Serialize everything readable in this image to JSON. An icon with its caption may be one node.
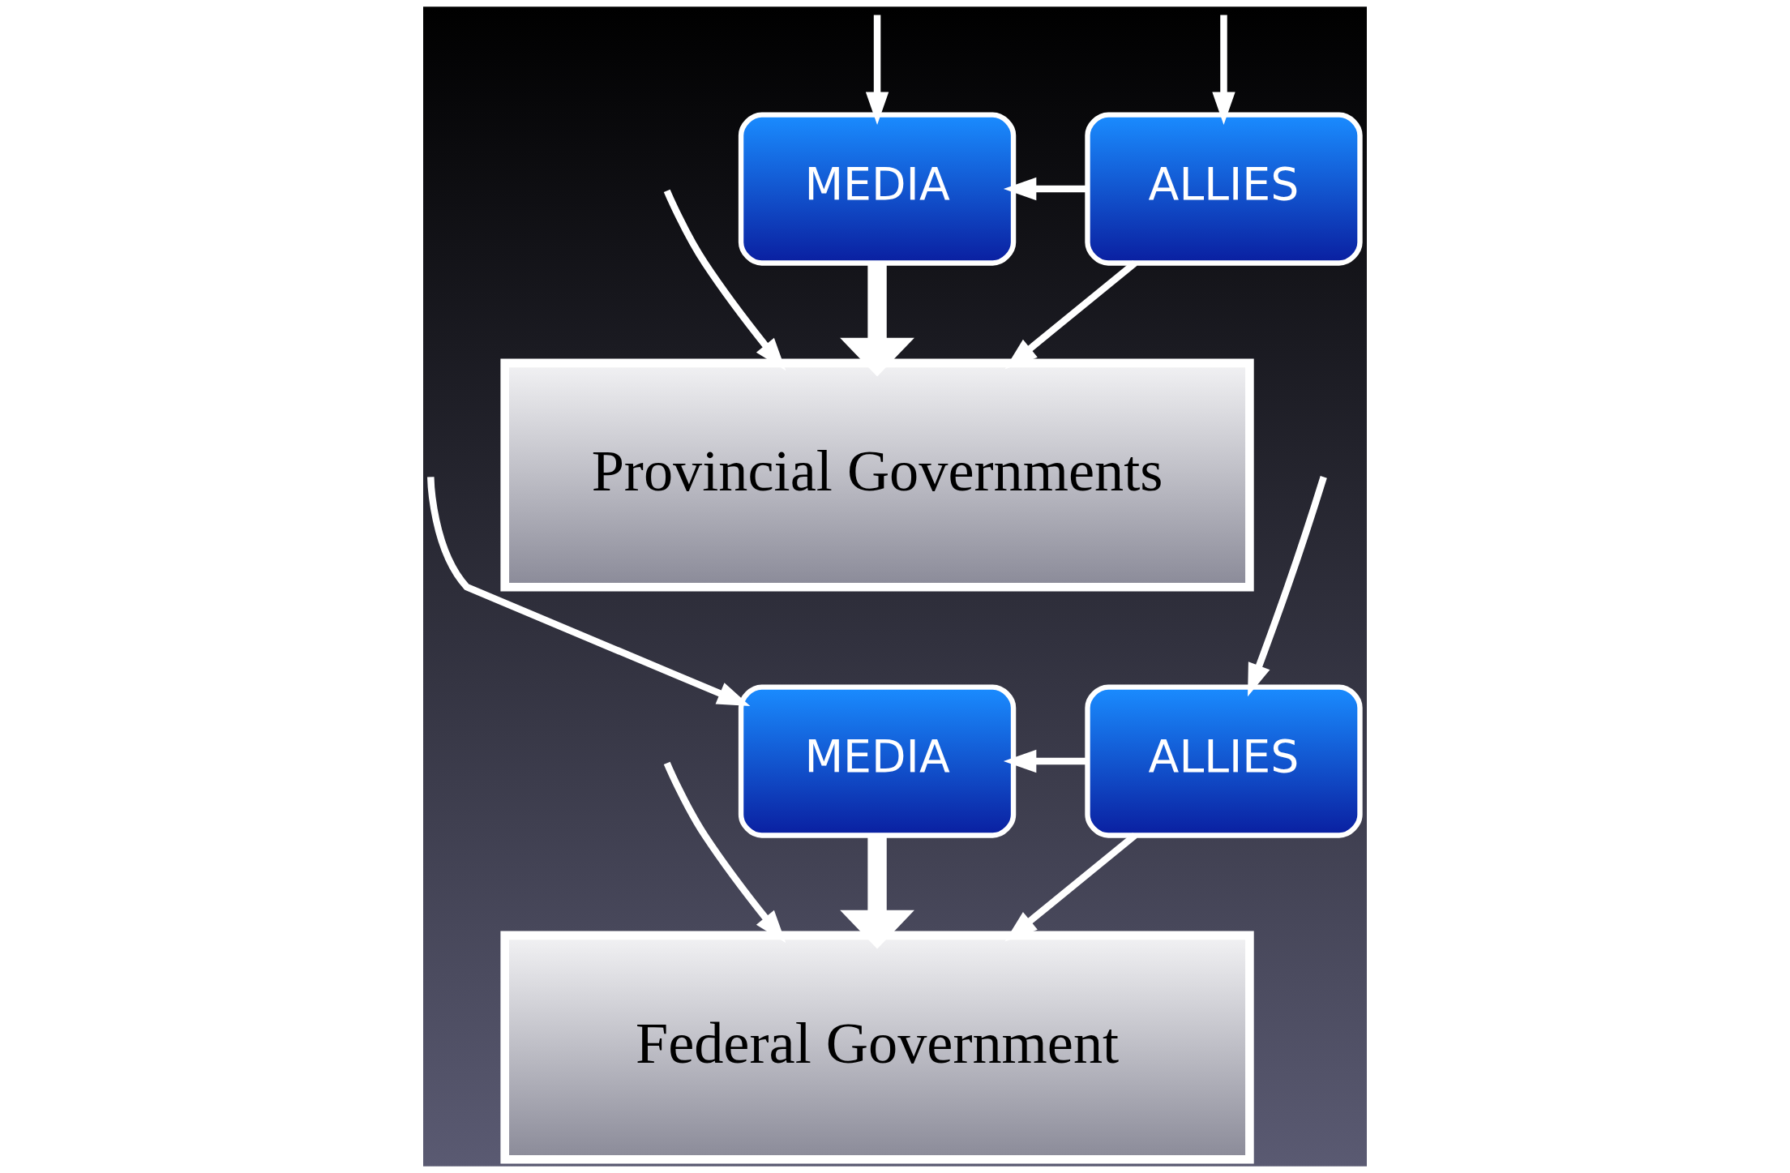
{
  "diagram": {
    "nodes": [
      {
        "text": [
          "MEDIA"
        ]
      },
      {
        "text": [
          "ALLIES"
        ]
      },
      {
        "text": [
          "Provincial Governments"
        ]
      },
      {
        "text": [
          "MEDIA"
        ]
      },
      {
        "text": [
          "ALLIES"
        ]
      },
      {
        "text": [
          "Federal Government"
        ]
      }
    ],
    "edges": [
      {
        "from": null,
        "to": 2,
        "arrow": "to"
      },
      {
        "from": null,
        "to": 0,
        "arrow": "to"
      },
      {
        "from": null,
        "to": 1,
        "arrow": "to"
      },
      {
        "from": 1,
        "to": 0,
        "arrow": "to"
      },
      {
        "from": 0,
        "to": 2,
        "arrow": "to",
        "style": "thick"
      },
      {
        "from": 1,
        "to": 2,
        "arrow": "to"
      },
      {
        "from": null,
        "to": 3,
        "arrow": "to"
      },
      {
        "from": null,
        "to": 4,
        "arrow": "to"
      },
      {
        "from": null,
        "to": 5,
        "arrow": "to"
      },
      {
        "from": 4,
        "to": 3,
        "arrow": "to"
      },
      {
        "from": 3,
        "to": 5,
        "arrow": "to",
        "style": "thick"
      },
      {
        "from": 4,
        "to": 5,
        "arrow": "to"
      }
    ]
  }
}
